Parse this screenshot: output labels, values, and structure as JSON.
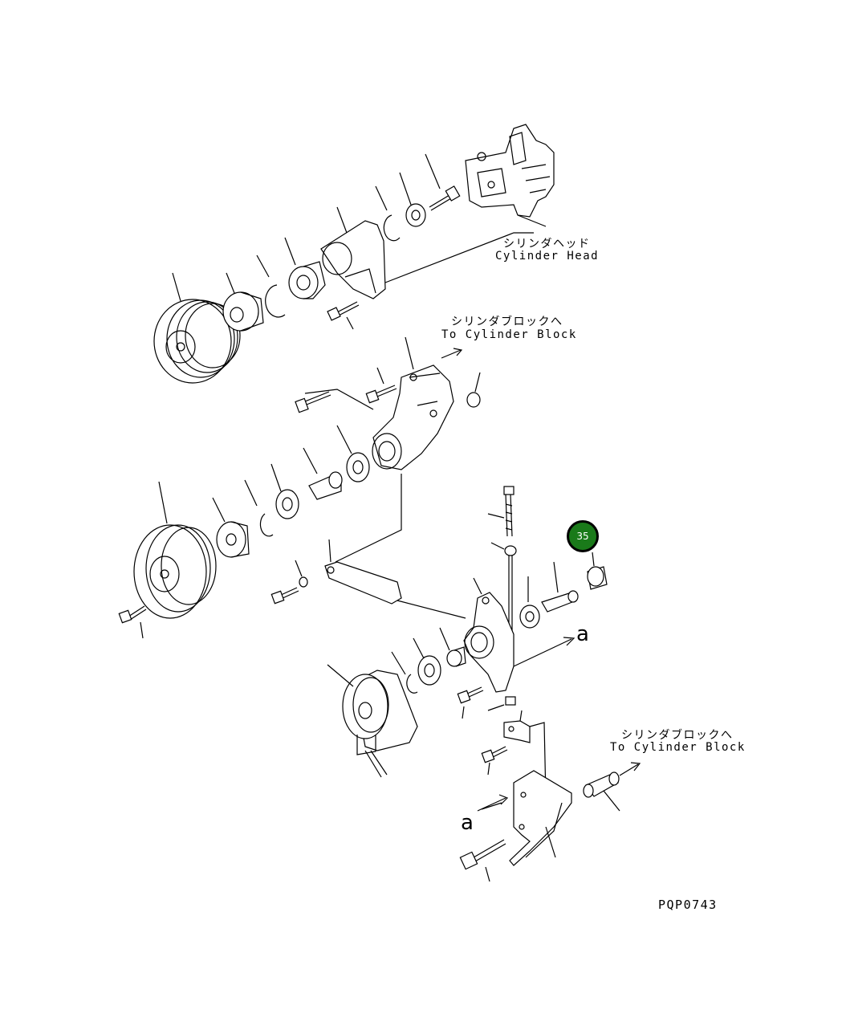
{
  "labels": {
    "cylinder_head_jp": "シリンダヘッド",
    "cylinder_head_en": "Cylinder Head",
    "block_top_jp": "シリンダブロックへ",
    "block_top_en": "To Cylinder Block",
    "block_bottom_jp": "シリンダブロックへ",
    "block_bottom_en": "To Cylinder Block",
    "ref_a_upper": "a",
    "ref_a_lower": "a",
    "drawing_code": "PQP0743"
  },
  "callout": {
    "number": "35",
    "color": "#1a7a1a"
  }
}
